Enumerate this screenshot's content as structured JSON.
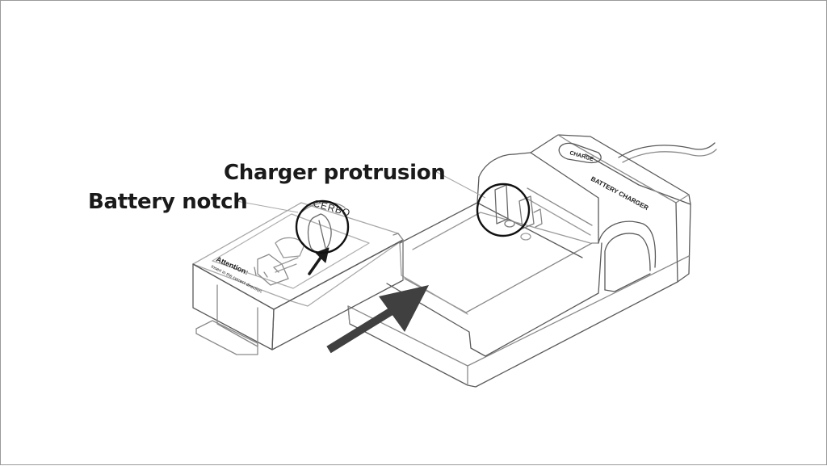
{
  "callouts": {
    "charger_protrusion": "Charger protrusion",
    "battery_notch": "Battery notch"
  },
  "charger": {
    "button_label": "CHARGE",
    "body_label": "BATTERY CHARGER"
  },
  "battery": {
    "brand": "CERBO",
    "attention_title": "Attention:",
    "attention_text": "Insert in the correct direction."
  },
  "colors": {
    "line": "#5a5a5a",
    "light_line": "#a8a8a8",
    "arrow": "#404040",
    "text": "#1a1a1a",
    "frame": "#9a9a9a"
  }
}
